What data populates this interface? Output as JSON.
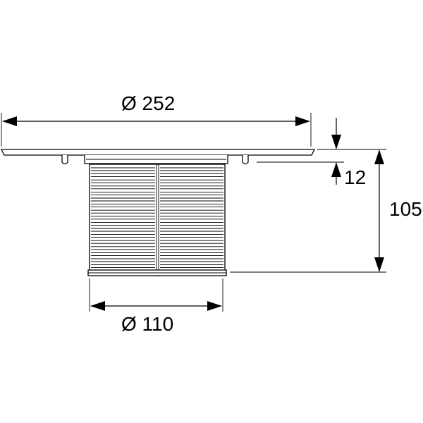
{
  "dimensions": {
    "top_diameter": "Ø 252",
    "flange_thickness": "12",
    "total_height": "105",
    "pipe_diameter": "Ø 110"
  }
}
